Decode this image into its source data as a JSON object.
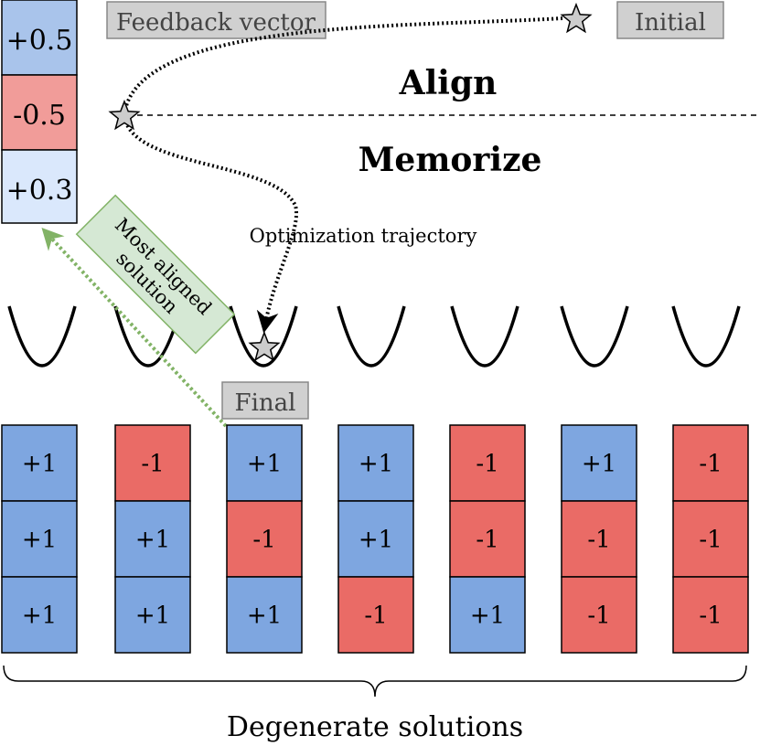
{
  "labels": {
    "feedback": "Feedback vector",
    "initial": "Initial",
    "final": "Final",
    "align": "Align",
    "memorize": "Memorize",
    "trajectory": "Optimization trajectory",
    "most_aligned_line1": "Most aligned",
    "most_aligned_line2": "solution",
    "degenerate": "Degenerate solutions"
  },
  "feedback_vector": [
    {
      "label": "+0.5",
      "value": 0.5
    },
    {
      "label": "-0.5",
      "value": -0.5
    },
    {
      "label": "+0.3",
      "value": 0.3
    }
  ],
  "solutions": [
    [
      "+1",
      "+1",
      "+1"
    ],
    [
      "-1",
      "+1",
      "+1"
    ],
    [
      "+1",
      "-1",
      "+1"
    ],
    [
      "+1",
      "+1",
      "-1"
    ],
    [
      "-1",
      "-1",
      "+1"
    ],
    [
      "+1",
      "-1",
      "-1"
    ],
    [
      "-1",
      "-1",
      "-1"
    ]
  ],
  "colors": {
    "positive": "#7ea6e0",
    "negative": "#ea6b66",
    "feedback_top": "#a9c4eb",
    "feedback_mid": "#f19c99",
    "feedback_bot": "#dae8fc",
    "label_box": "#d0d0d0",
    "green_box": "#d5e8d4",
    "green_border": "#82b366",
    "green_arrow": "#82b366"
  },
  "icons": {
    "initial_marker": "star-icon",
    "kink_marker": "star-icon",
    "final_marker": "star-icon"
  }
}
